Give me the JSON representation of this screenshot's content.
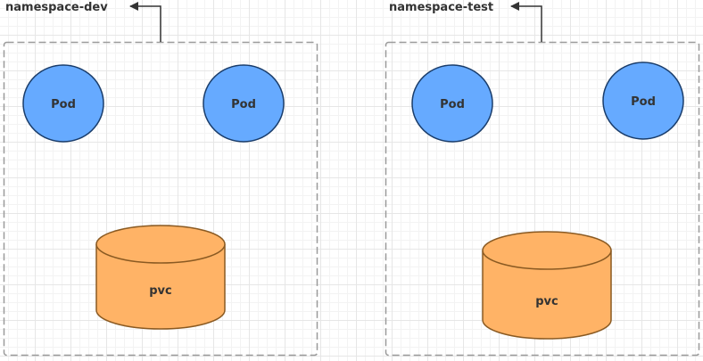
{
  "colors": {
    "pod_fill": "#66aaff",
    "pod_stroke": "#1a3d6b",
    "pvc_fill": "#ffb366",
    "pvc_stroke": "#8a5a22",
    "boundary_stroke": "#9a9a9a",
    "connector": "#333333"
  },
  "namespaces": [
    {
      "name": "namespace-dev",
      "pods": [
        {
          "label": "Pod"
        },
        {
          "label": "Pod"
        }
      ],
      "pvc": {
        "label": "pvc"
      }
    },
    {
      "name": "namespace-test",
      "pods": [
        {
          "label": "Pod"
        },
        {
          "label": "Pod"
        }
      ],
      "pvc": {
        "label": "pvc"
      }
    }
  ]
}
